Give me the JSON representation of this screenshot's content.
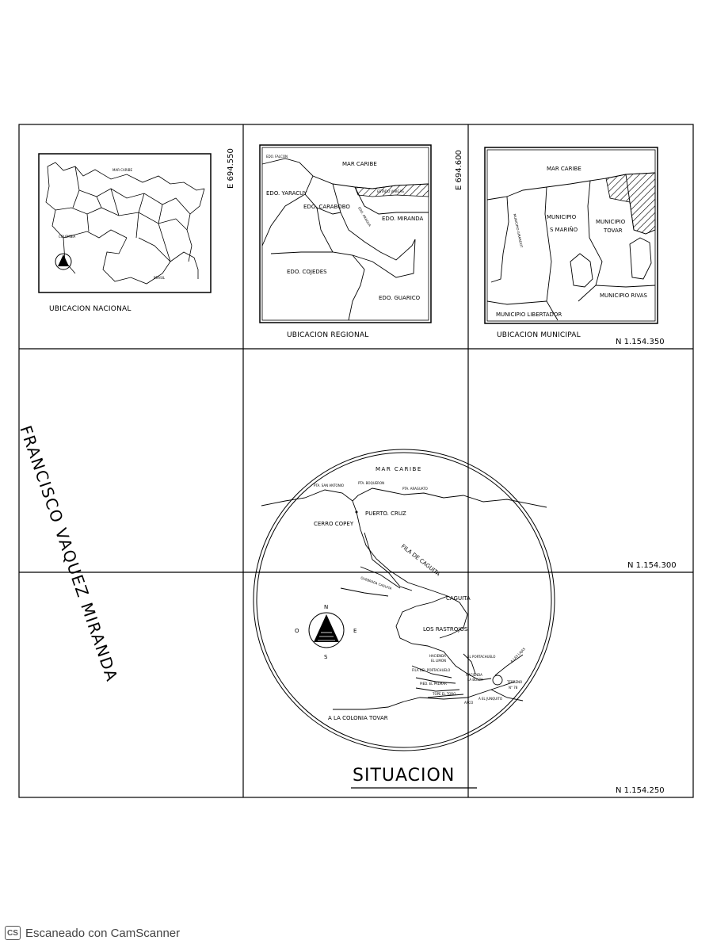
{
  "coords": {
    "e1": "E 694.550",
    "e2": "E 694.600",
    "n1": "N 1.154.350",
    "n2": "N 1.154.300",
    "n3": "N 1.154.250"
  },
  "nacional": {
    "caption": "UBICACION NACIONAL",
    "mar": "MAR CARIBE",
    "colombia": "COLOMBIA",
    "brasil": "BRASIL"
  },
  "regional": {
    "caption": "UBICACION REGIONAL",
    "mar": "MAR CARIBE",
    "falcon": "EDO. FALCON",
    "yaracuy": "EDO. YARACUY",
    "carabobo": "EDO. CARABOBO",
    "aragua": "EDO. ARAGUA",
    "vargas": "ESTADO VARGAS",
    "miranda": "EDO. MIRANDA",
    "cojedes": "EDO. COJEDES",
    "guarico": "EDO. GUARICO"
  },
  "municipal": {
    "caption": "UBICACION MUNICIPAL",
    "mar": "MAR CARIBE",
    "girardot": "MUNICIPIO GIRARDOT",
    "marino_1": "MUNICIPIO",
    "marino_2": "S MARIÑO",
    "tovar_1": "MUNICIPIO",
    "tovar_2": "TOVAR",
    "rivas": "MUNICIPIO RIVAS",
    "libertador": "MUNICIPIO LIBERTADOR"
  },
  "situacion": {
    "title": "SITUACION",
    "mar": "MAR CARIBE",
    "pta1": "PTA. SAN ANTONIO",
    "pta2": "PTA. BOQUERON",
    "pta3": "PTA. ARAGUATO",
    "puerto": "PUERTO. CRUZ",
    "cerro": "CERRO COPEY",
    "fila": "FILA DE CAGUITA",
    "quebrada": "QUEBRADA CAGUITA",
    "caguita": "CAGUITA",
    "rastrojos": "LOS RASTROJOS",
    "hacienda_1": "HACIENDA",
    "hacienda_2": "EL LIMON",
    "portachuelo": "EL PORTACHUELO",
    "fila_port": "FILA DEL PORTACHUELO",
    "hac_bosta_1": "HACIENDA",
    "hac_bosta_2": "LA BOSTA",
    "piedra": "PIED. EL PALMAR",
    "tope": "TOPE EL TORO",
    "arco": "ARCO",
    "lanos": "A LAS LAJAS",
    "terreno_1": "TERRENO",
    "terreno_2": "N° 78",
    "junquito": "A EL JUNQUITO",
    "colonia": "A LA COLONIA TOVAR",
    "n": "N",
    "s": "S",
    "e": "E",
    "o": "O"
  },
  "side_text": "FRANCISCO VAQUEZ MIRANDA",
  "footer": {
    "logo": "CS",
    "text": "Escaneado con CamScanner"
  }
}
